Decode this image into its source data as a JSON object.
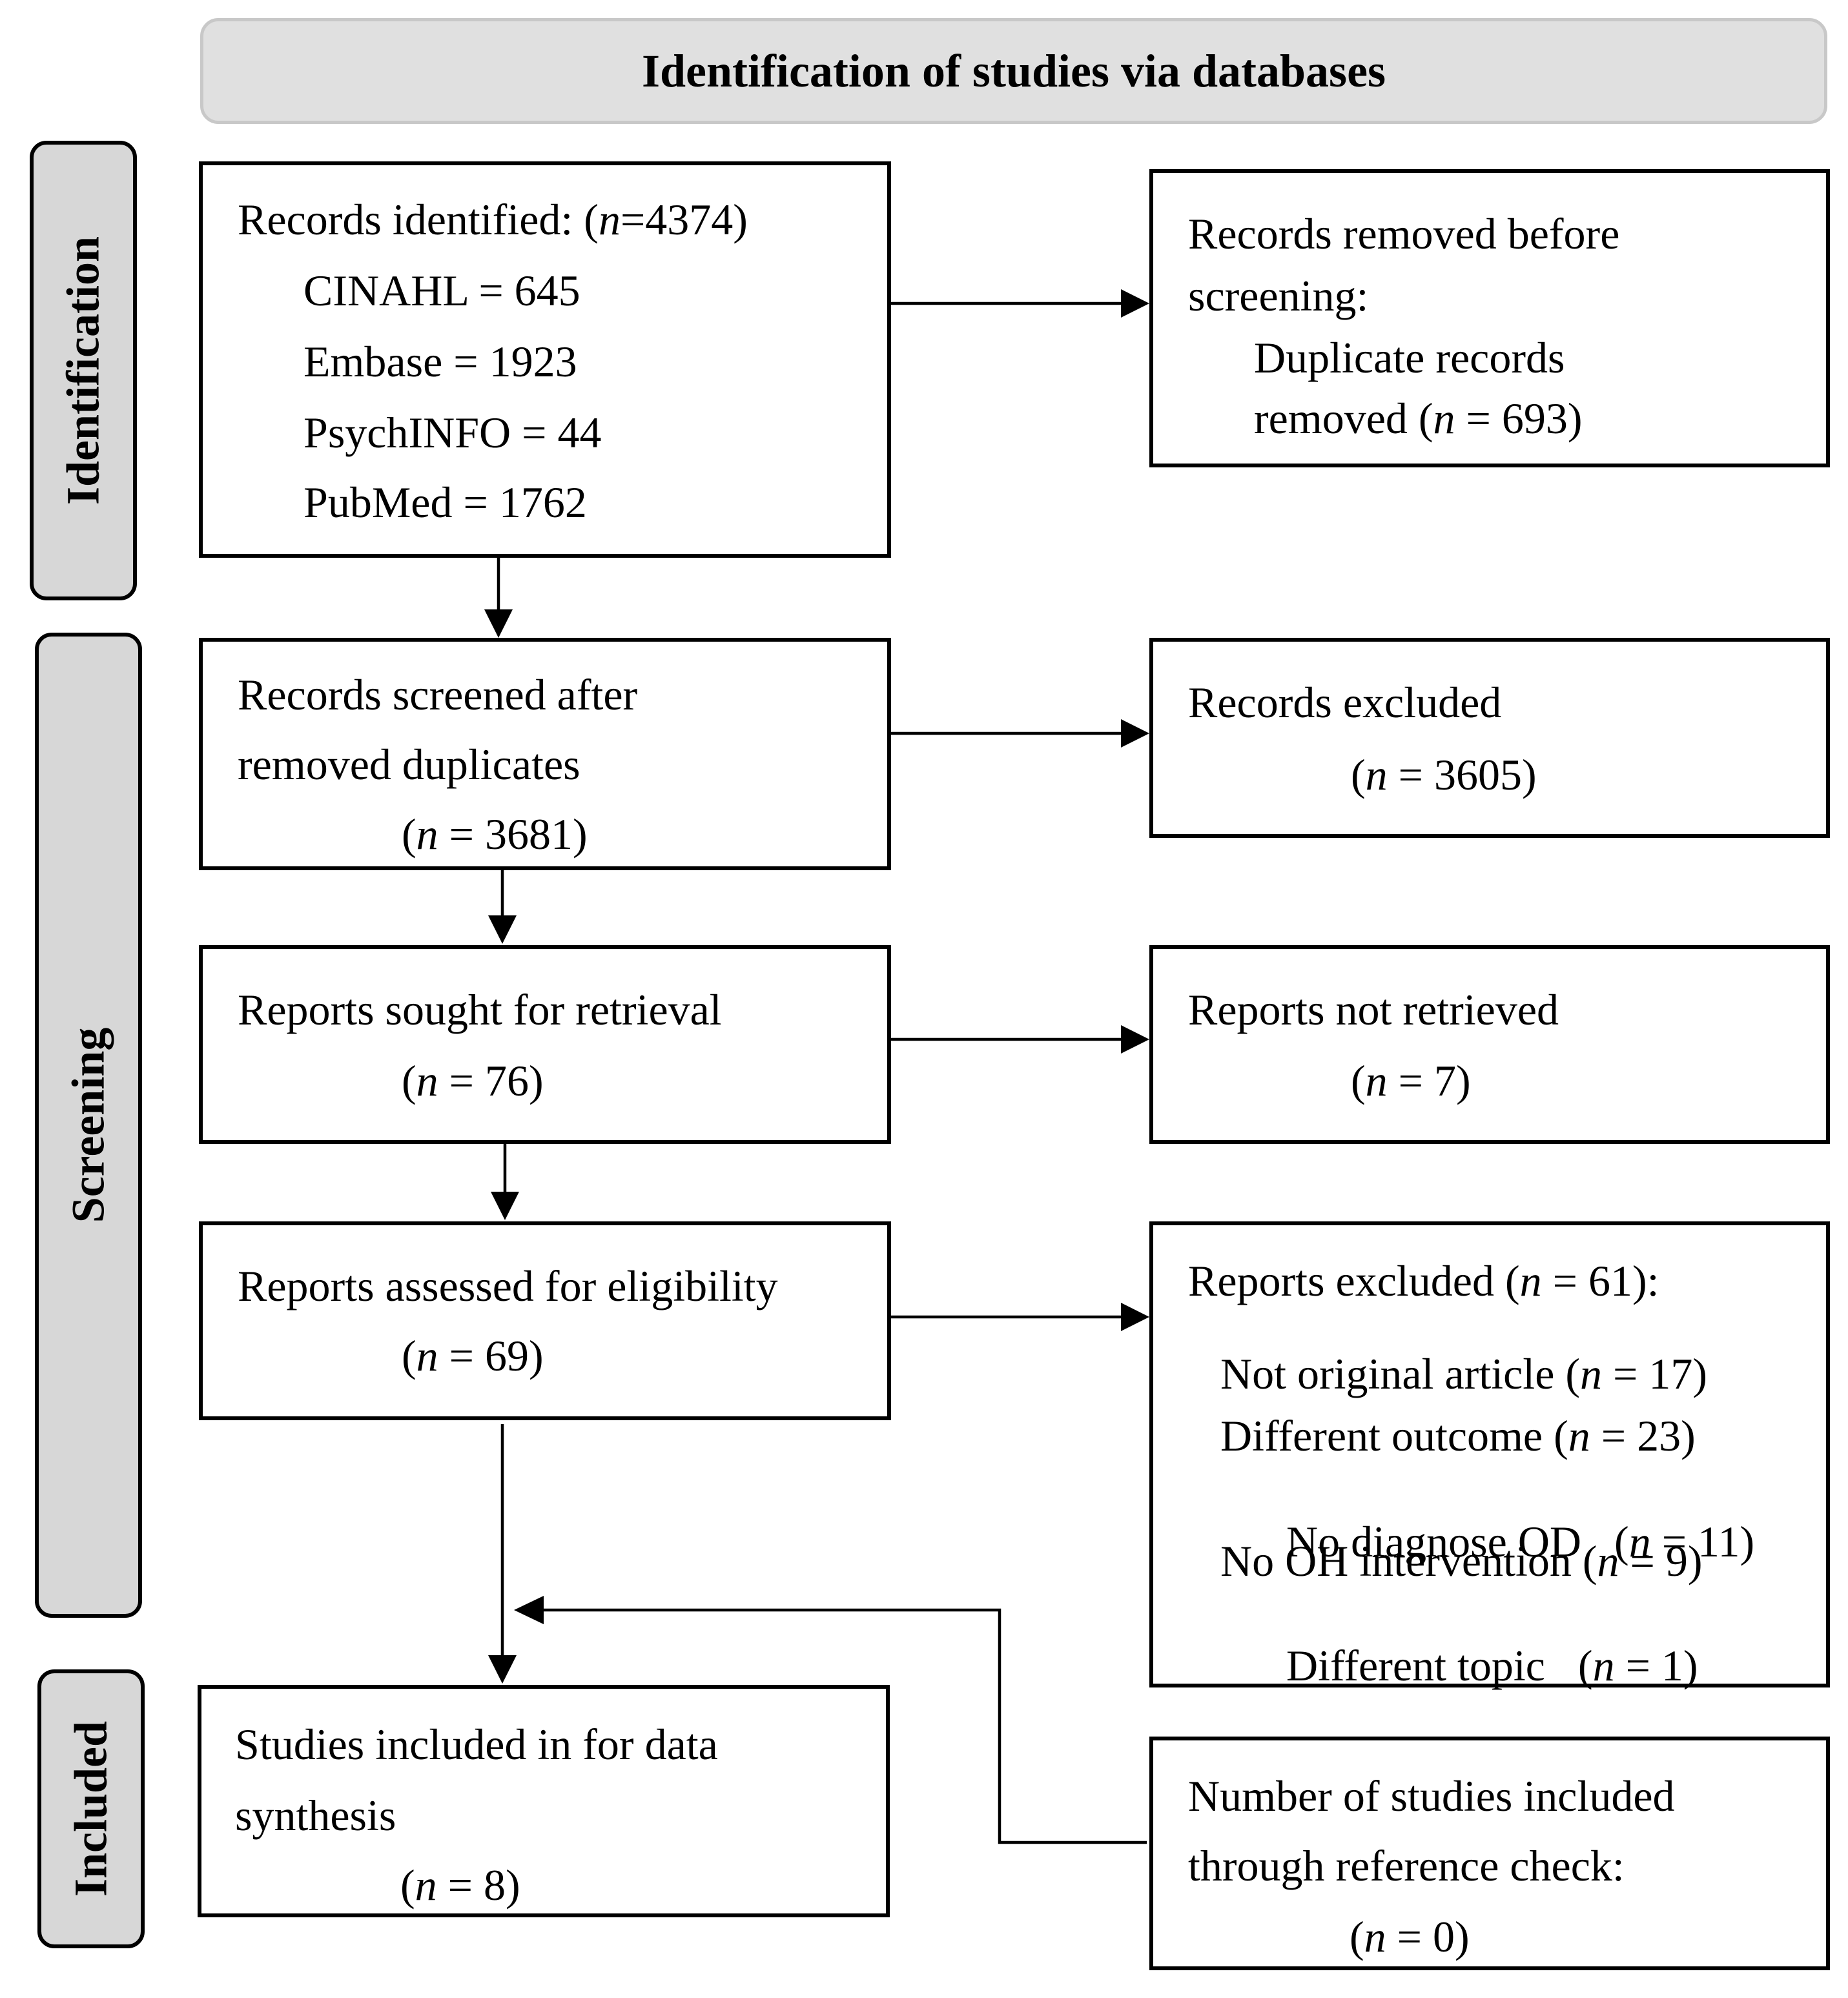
{
  "header": {
    "title": "Identification of studies via databases"
  },
  "phases": {
    "identification": "Identification",
    "screening": "Screening",
    "included": "Included"
  },
  "records_identified": {
    "title_pre": "Records identified: (",
    "n_label": "n",
    "title_post": "=4374)",
    "databases": [
      "CINAHL = 645",
      "Embase = 1923",
      "PsychINFO = 44",
      "PubMed = 1762"
    ]
  },
  "records_removed": {
    "line1": "Records removed before",
    "line2": "screening:",
    "line3": "Duplicate records",
    "line4_pre": "removed (",
    "n_label": "n",
    "line4_post": " = 693)"
  },
  "records_screened": {
    "line1": "Records screened after",
    "line2": "removed duplicates",
    "count_pre": "(",
    "n_label": "n",
    "count_post": " = 3681)"
  },
  "records_excluded": {
    "line1": "Records excluded",
    "count_pre": "(",
    "n_label": "n",
    "count_post": " = 3605)"
  },
  "reports_sought": {
    "line1": "Reports sought for retrieval",
    "count_pre": "(",
    "n_label": "n",
    "count_post": " = 76)"
  },
  "reports_not_retrieved": {
    "line1": "Reports not retrieved",
    "count_pre": "(",
    "n_label": "n",
    "count_post": " = 7)"
  },
  "reports_assessed": {
    "line1": "Reports assessed for eligibility",
    "count_pre": "(",
    "n_label": "n",
    "count_post": " = 69)"
  },
  "reports_excluded": {
    "title_pre": "Reports excluded (",
    "n_label": "n",
    "title_post": " = 61):",
    "reasons": [
      {
        "pre": "Not original article (",
        "post": " = 17)"
      },
      {
        "pre": "Different outcome (",
        "post": " = 23)"
      },
      {
        "pre": "No diagnose OD   (",
        "post": " = 11)"
      },
      {
        "pre": "No OH intervention (",
        "post": " = 9)"
      },
      {
        "pre": "Different topic   (",
        "post": " = 1)"
      }
    ]
  },
  "studies_included": {
    "line1": "Studies included in for data",
    "line2": "synthesis",
    "count_pre": "(",
    "n_label": "n",
    "count_post": " = 8)"
  },
  "reference_check": {
    "line1": "Number of studies included",
    "line2": "through reference check:",
    "count_pre": "(",
    "n_label": "n",
    "count_post": " = 0)"
  }
}
